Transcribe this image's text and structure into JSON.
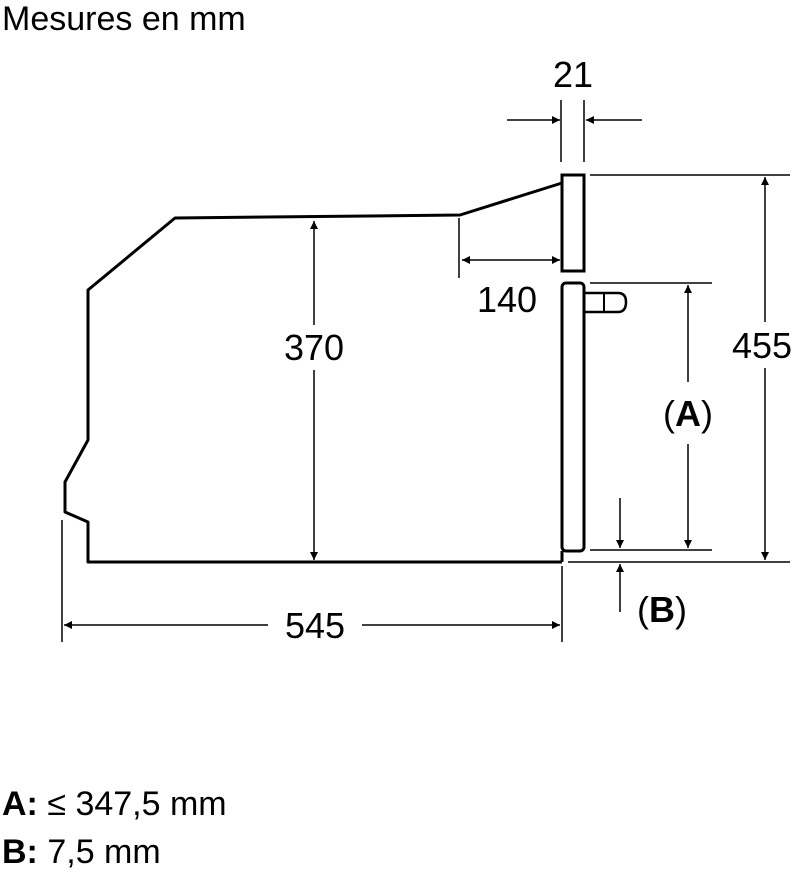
{
  "title": "Mesures en mm",
  "dimensions": {
    "top_width": "21",
    "depth_top": "140",
    "height_inner": "370",
    "height_total": "455",
    "label_a": "A",
    "label_b": "B",
    "depth_total": "545"
  },
  "legend": [
    {
      "key": "A:",
      "value": "≤ 347,5 mm"
    },
    {
      "key": "B:",
      "value": "7,5 mm"
    }
  ],
  "colors": {
    "line": "#000000",
    "background": "#ffffff"
  }
}
